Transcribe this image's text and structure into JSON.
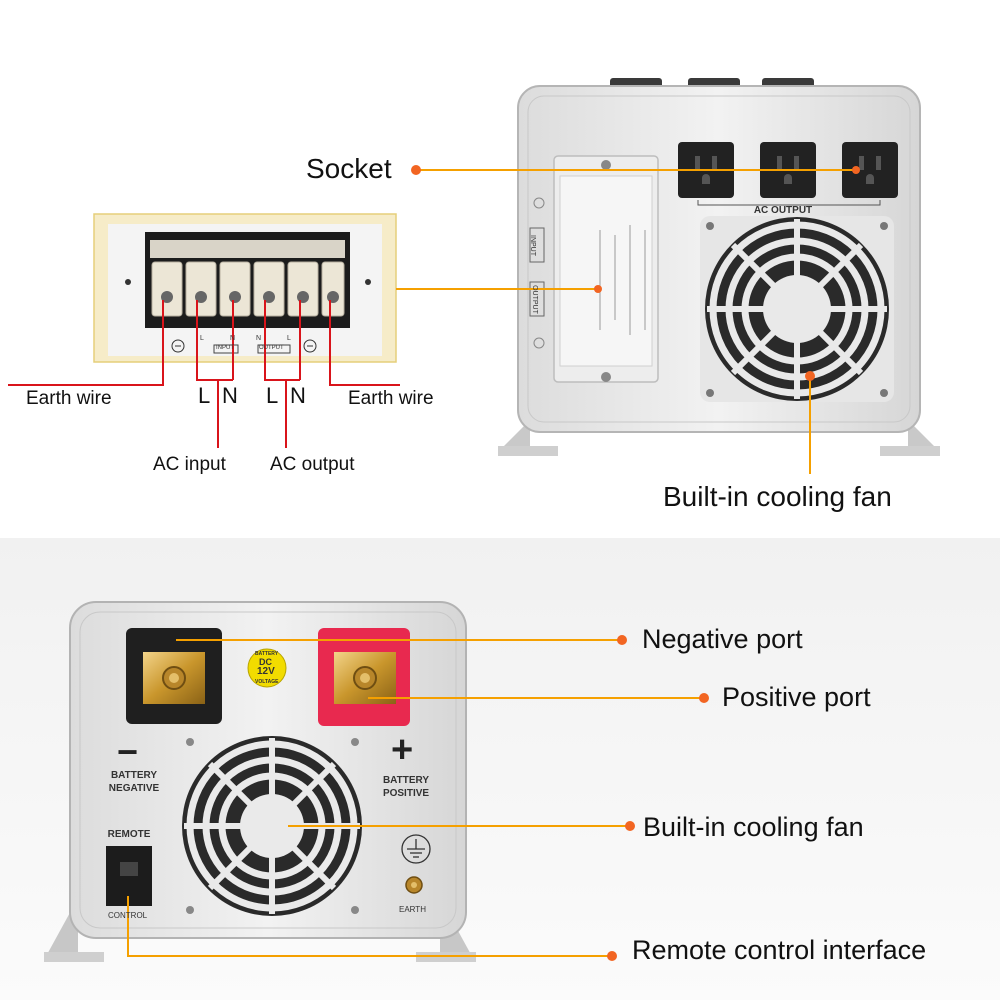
{
  "top_callouts": {
    "socket": "Socket",
    "cooling_fan": "Built-in cooling fan"
  },
  "terminal_block": {
    "input_tag": "INPUT",
    "output_tag": "OUTPUT",
    "l_small": "L",
    "n_small": "N",
    "earth_left": "Earth wire",
    "earth_right": "Earth wire",
    "input_l": "L",
    "input_n": "N",
    "output_l": "L",
    "output_n": "N",
    "ac_input": "AC input",
    "ac_output": "AC output"
  },
  "top_unit": {
    "ac_output_label": "AC OUTPUT",
    "side_input": "INPUT",
    "side_output": "OUTPUT"
  },
  "bottom_unit": {
    "battery_negative_1": "BATTERY",
    "battery_negative_2": "NEGATIVE",
    "battery_positive_1": "BATTERY",
    "battery_positive_2": "POSITIVE",
    "remote": "REMOTE",
    "control": "CONTROL",
    "earth": "EARTH",
    "badge_top": "BATTERY",
    "badge_dc": "DC",
    "badge_v": "12V",
    "badge_bottom": "VOLTAGE",
    "minus_symbol": "−",
    "plus_symbol": "+"
  },
  "bottom_callouts": {
    "negative": "Negative port",
    "positive": "Positive port",
    "cooling_fan": "Built-in cooling fan",
    "remote": "Remote control interface"
  },
  "colors": {
    "callout_dot": "#f26522",
    "callout_line": "#f5a000",
    "wire": "#d9141b",
    "badge": "#f2dc00",
    "positive_terminal": "#e8294f"
  }
}
